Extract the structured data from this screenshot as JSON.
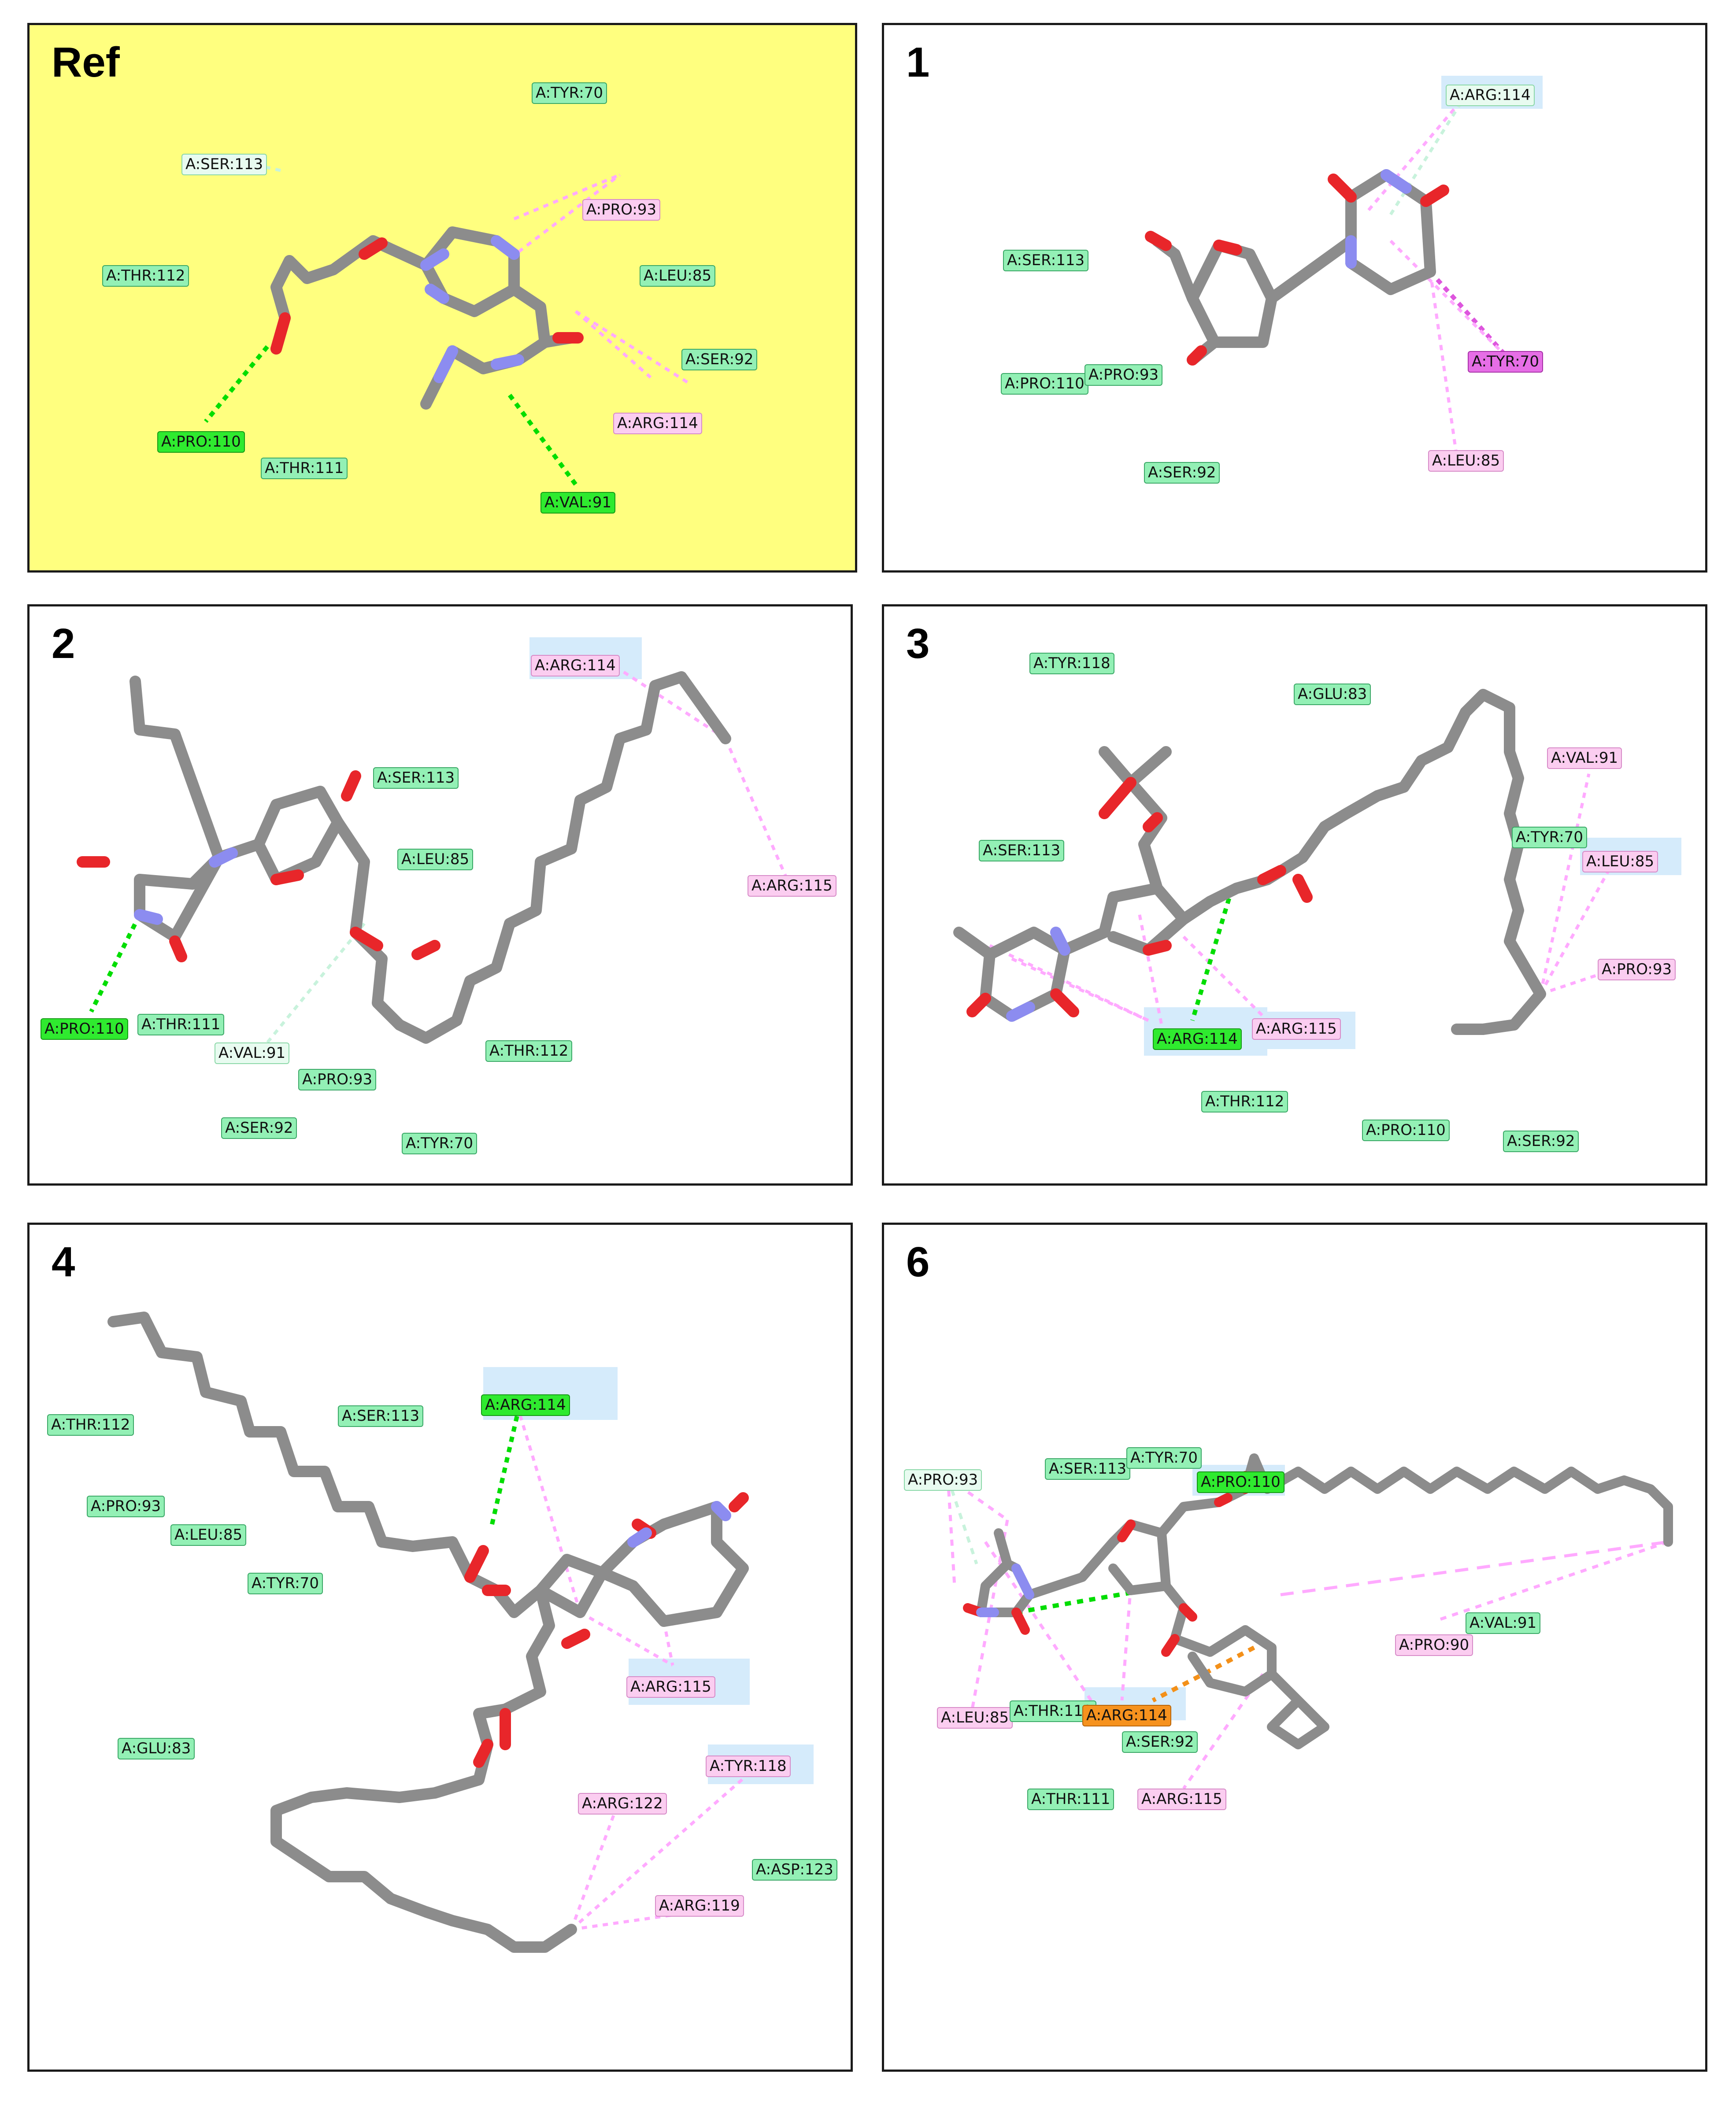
{
  "panels": [
    {
      "key": "ref",
      "title": "Ref",
      "labels": [
        {
          "id": "ref_tyr70",
          "text": "A:TYR:70",
          "kind": "vdw"
        },
        {
          "id": "ref_ser113",
          "text": "A:SER:113",
          "kind": "weak"
        },
        {
          "id": "ref_pro93",
          "text": "A:PRO:93",
          "kind": "alkyl"
        },
        {
          "id": "ref_thr112",
          "text": "A:THR:112",
          "kind": "vdw"
        },
        {
          "id": "ref_leu85",
          "text": "A:LEU:85",
          "kind": "vdw"
        },
        {
          "id": "ref_ser92",
          "text": "A:SER:92",
          "kind": "vdw"
        },
        {
          "id": "ref_arg114",
          "text": "A:ARG:114",
          "kind": "alkyl"
        },
        {
          "id": "ref_pro110",
          "text": "A:PRO:110",
          "kind": "hb"
        },
        {
          "id": "ref_thr111",
          "text": "A:THR:111",
          "kind": "vdw"
        },
        {
          "id": "ref_val91",
          "text": "A:VAL:91",
          "kind": "hb"
        }
      ]
    },
    {
      "key": "p1",
      "title": "1",
      "labels": [
        {
          "id": "p1_arg114",
          "text": "A:ARG:114",
          "kind": "weak"
        },
        {
          "id": "p1_ser113",
          "text": "A:SER:113",
          "kind": "vdw"
        },
        {
          "id": "p1_pro110",
          "text": "A:PRO:110",
          "kind": "vdw"
        },
        {
          "id": "p1_pro93",
          "text": "A:PRO:93",
          "kind": "vdw"
        },
        {
          "id": "p1_tyr70",
          "text": "A:TYR:70",
          "kind": "pi"
        },
        {
          "id": "p1_leu85",
          "text": "A:LEU:85",
          "kind": "alkyl"
        },
        {
          "id": "p1_ser92",
          "text": "A:SER:92",
          "kind": "vdw"
        }
      ]
    },
    {
      "key": "p2",
      "title": "2",
      "labels": [
        {
          "id": "p2_arg114",
          "text": "A:ARG:114",
          "kind": "alkyl"
        },
        {
          "id": "p2_ser113",
          "text": "A:SER:113",
          "kind": "vdw"
        },
        {
          "id": "p2_leu85",
          "text": "A:LEU:85",
          "kind": "vdw"
        },
        {
          "id": "p2_arg115",
          "text": "A:ARG:115",
          "kind": "alkyl"
        },
        {
          "id": "p2_pro110",
          "text": "A:PRO:110",
          "kind": "hb"
        },
        {
          "id": "p2_thr111",
          "text": "A:THR:111",
          "kind": "vdw"
        },
        {
          "id": "p2_val91",
          "text": "A:VAL:91",
          "kind": "weak"
        },
        {
          "id": "p2_pro93",
          "text": "A:PRO:93",
          "kind": "vdw"
        },
        {
          "id": "p2_thr112",
          "text": "A:THR:112",
          "kind": "vdw"
        },
        {
          "id": "p2_ser92",
          "text": "A:SER:92",
          "kind": "vdw"
        },
        {
          "id": "p2_tyr70",
          "text": "A:TYR:70",
          "kind": "vdw"
        }
      ]
    },
    {
      "key": "p3",
      "title": "3",
      "labels": [
        {
          "id": "p3_tyr118",
          "text": "A:TYR:118",
          "kind": "vdw"
        },
        {
          "id": "p3_glu83",
          "text": "A:GLU:83",
          "kind": "vdw"
        },
        {
          "id": "p3_val91",
          "text": "A:VAL:91",
          "kind": "alkyl"
        },
        {
          "id": "p3_ser113",
          "text": "A:SER:113",
          "kind": "vdw"
        },
        {
          "id": "p3_tyr70",
          "text": "A:TYR:70",
          "kind": "vdw"
        },
        {
          "id": "p3_leu85",
          "text": "A:LEU:85",
          "kind": "alkyl"
        },
        {
          "id": "p3_pro93",
          "text": "A:PRO:93",
          "kind": "alkyl"
        },
        {
          "id": "p3_arg114",
          "text": "A:ARG:114",
          "kind": "hb"
        },
        {
          "id": "p3_arg115",
          "text": "A:ARG:115",
          "kind": "alkyl"
        },
        {
          "id": "p3_thr112",
          "text": "A:THR:112",
          "kind": "vdw"
        },
        {
          "id": "p3_pro110",
          "text": "A:PRO:110",
          "kind": "vdw"
        },
        {
          "id": "p3_ser92",
          "text": "A:SER:92",
          "kind": "vdw"
        }
      ]
    },
    {
      "key": "p4",
      "title": "4",
      "labels": [
        {
          "id": "p4_thr112",
          "text": "A:THR:112",
          "kind": "vdw"
        },
        {
          "id": "p4_ser113",
          "text": "A:SER:113",
          "kind": "vdw"
        },
        {
          "id": "p4_arg114",
          "text": "A:ARG:114",
          "kind": "hb"
        },
        {
          "id": "p4_pro93",
          "text": "A:PRO:93",
          "kind": "vdw"
        },
        {
          "id": "p4_leu85",
          "text": "A:LEU:85",
          "kind": "vdw"
        },
        {
          "id": "p4_tyr70",
          "text": "A:TYR:70",
          "kind": "vdw"
        },
        {
          "id": "p4_arg115",
          "text": "A:ARG:115",
          "kind": "alkyl"
        },
        {
          "id": "p4_glu83",
          "text": "A:GLU:83",
          "kind": "vdw"
        },
        {
          "id": "p4_tyr118",
          "text": "A:TYR:118",
          "kind": "alkyl"
        },
        {
          "id": "p4_arg122",
          "text": "A:ARG:122",
          "kind": "alkyl"
        },
        {
          "id": "p4_asp123",
          "text": "A:ASP:123",
          "kind": "vdw"
        },
        {
          "id": "p4_arg119",
          "text": "A:ARG:119",
          "kind": "alkyl"
        }
      ]
    },
    {
      "key": "p6",
      "title": "6",
      "labels": [
        {
          "id": "p6_pro93",
          "text": "A:PRO:93",
          "kind": "weak"
        },
        {
          "id": "p6_ser113",
          "text": "A:SER:113",
          "kind": "vdw"
        },
        {
          "id": "p6_tyr70",
          "text": "A:TYR:70",
          "kind": "vdw"
        },
        {
          "id": "p6_pro110",
          "text": "A:PRO:110",
          "kind": "hb"
        },
        {
          "id": "p6_val91",
          "text": "A:VAL:91",
          "kind": "vdw"
        },
        {
          "id": "p6_pro90",
          "text": "A:PRO:90",
          "kind": "alkyl"
        },
        {
          "id": "p6_leu85",
          "text": "A:LEU:85",
          "kind": "alkyl"
        },
        {
          "id": "p6_thr112",
          "text": "A:THR:112",
          "kind": "vdw"
        },
        {
          "id": "p6_arg114",
          "text": "A:ARG:114",
          "kind": "cat"
        },
        {
          "id": "p6_ser92",
          "text": "A:SER:92",
          "kind": "vdw"
        },
        {
          "id": "p6_thr111",
          "text": "A:THR:111",
          "kind": "vdw"
        },
        {
          "id": "p6_arg115",
          "text": "A:ARG:115",
          "kind": "alkyl"
        }
      ]
    }
  ],
  "colors": {
    "ref_background": "#ffff7f",
    "bond_carbon": "#8c8c8c",
    "oxygen": "#e8262a",
    "nitrogen": "#8c8cf0",
    "hydrogen_bond": "#00dd00",
    "alkyl_interaction": "#ffaaff",
    "pi_interaction": "#dd55dd",
    "pi_cation": "#f39019",
    "carbon_hydrogen_bond": "#c9f7d6"
  }
}
